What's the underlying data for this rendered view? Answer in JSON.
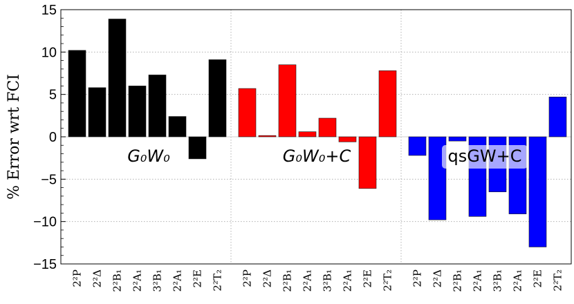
{
  "chart_data": {
    "type": "bar",
    "ylabel": "% Error wrt FCI",
    "ylim": [
      -15,
      15
    ],
    "yticks": [
      -15,
      -10,
      -5,
      0,
      5,
      10,
      15
    ],
    "grid": "dotted",
    "categories": [
      "2²P",
      "2²Δ",
      "2²B₁",
      "2²A₁",
      "3²B₁",
      "2²A₁",
      "2²E",
      "2²T₂"
    ],
    "groups": [
      {
        "label": "G₀W₀",
        "color": "#000000",
        "values": [
          10.2,
          5.8,
          13.9,
          6.0,
          7.3,
          2.4,
          -2.6,
          9.1
        ]
      },
      {
        "label": "G₀W₀+C",
        "color": "#ff0000",
        "values": [
          5.7,
          0.15,
          8.5,
          0.6,
          2.2,
          -0.6,
          -6.1,
          7.8
        ]
      },
      {
        "label": "qsGW+C",
        "color": "#0000ff",
        "values": [
          -2.2,
          -9.8,
          -0.5,
          -9.4,
          -6.5,
          -9.1,
          -13.0,
          4.7
        ]
      }
    ]
  }
}
